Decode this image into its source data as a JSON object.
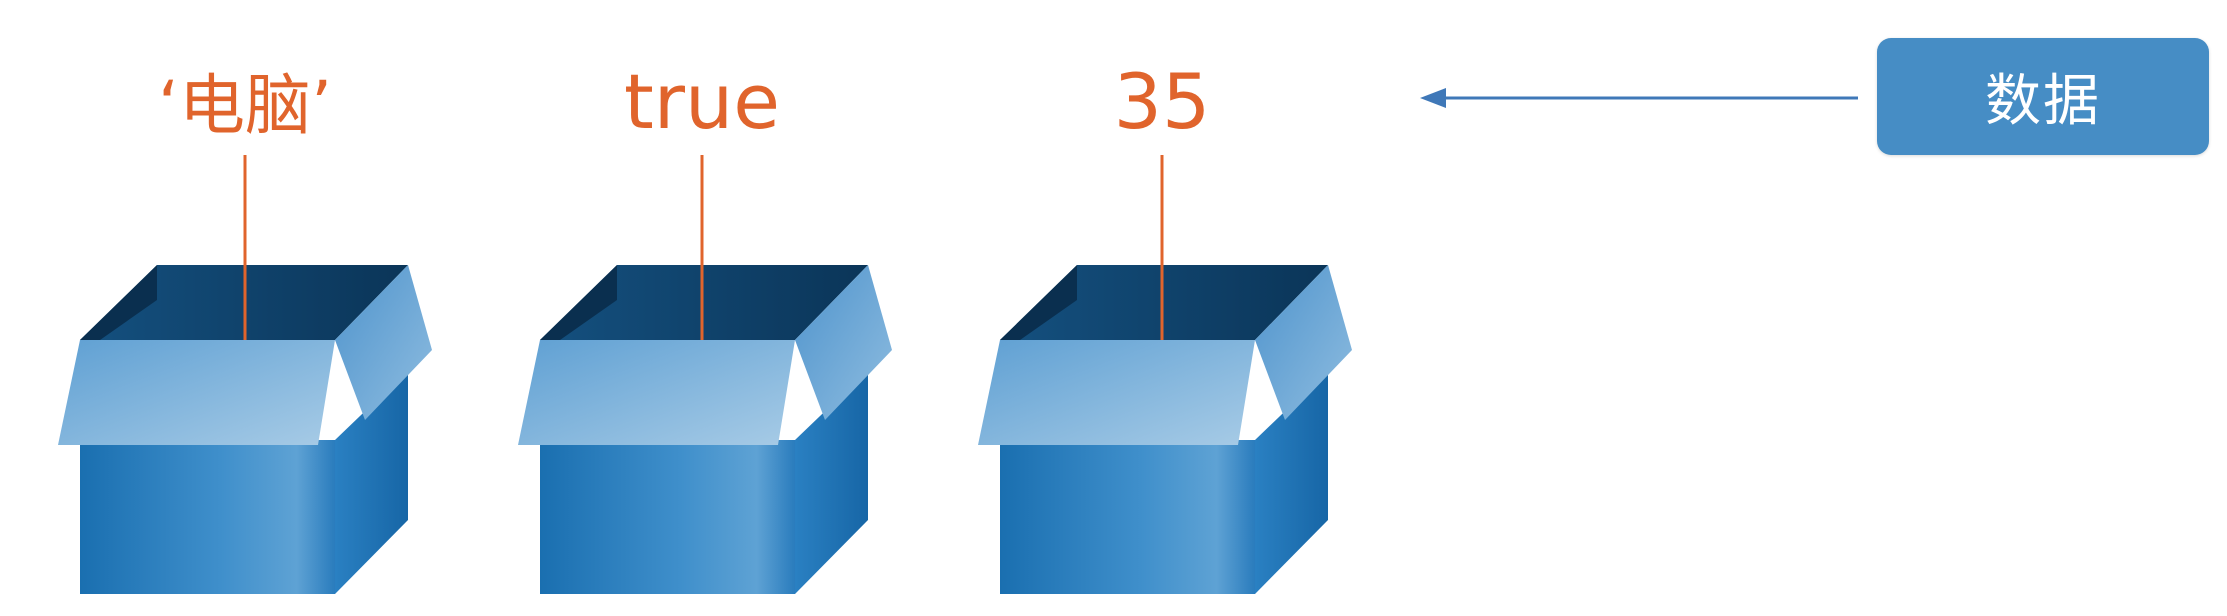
{
  "diagram": {
    "boxes": [
      {
        "value": "‘电脑’"
      },
      {
        "value": "true"
      },
      {
        "value": "35"
      }
    ],
    "legend": {
      "label": "数据"
    },
    "colors": {
      "value_text": "#e0642c",
      "connector_line": "#e0642c",
      "arrow": "#3f78b8",
      "legend_fill": "#468dc5",
      "box_front": "#2077b8",
      "box_interior": "#0e3e63"
    }
  }
}
